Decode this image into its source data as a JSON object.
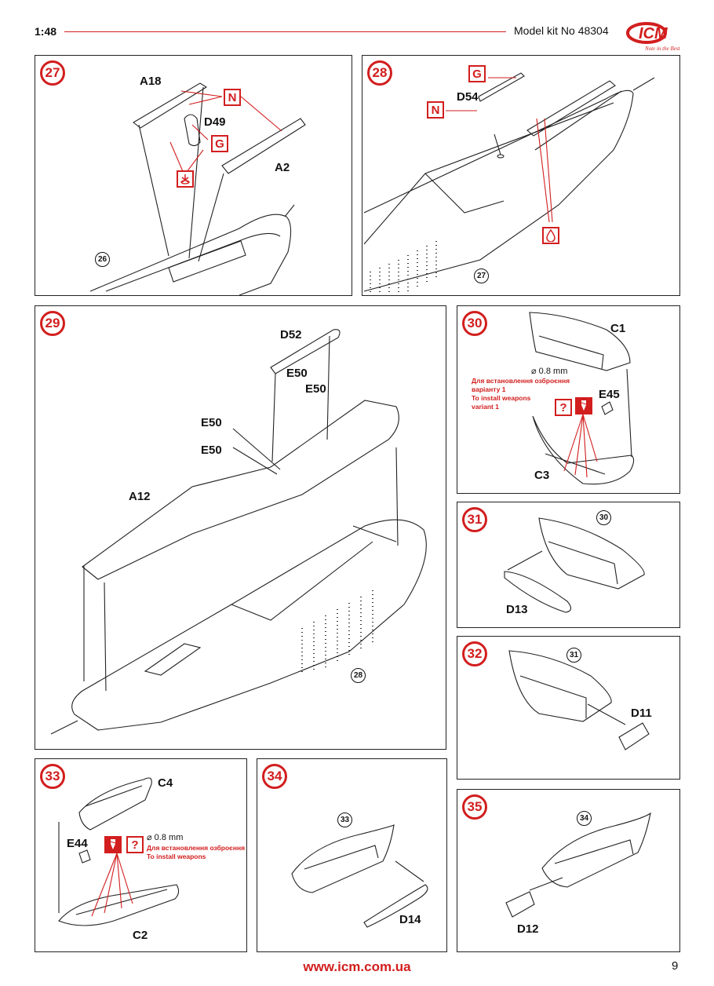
{
  "header": {
    "scale": "1:48",
    "kit_number": "Model kit No 48304",
    "logo_text": "ICM",
    "logo_tagline": "Note in the Best"
  },
  "footer": {
    "url": "www.icm.com.ua",
    "page_number": "9"
  },
  "colors": {
    "accent": "#d21e1e",
    "line": "#222222"
  },
  "panels": {
    "p27": {
      "step": "27",
      "parts": [
        "A18",
        "D49",
        "A2"
      ],
      "markers": [
        "N",
        "G"
      ],
      "marker_icons": [
        "cement-icon"
      ],
      "ref": "26"
    },
    "p28": {
      "step": "28",
      "parts": [
        "D54"
      ],
      "markers": [
        "G",
        "N"
      ],
      "marker_icons": [
        "glue-drop-icon"
      ],
      "ref": "27"
    },
    "p29": {
      "step": "29",
      "parts": [
        "D52",
        "E50",
        "E50",
        "E50",
        "E50",
        "A12"
      ],
      "ref": "28"
    },
    "p30": {
      "step": "30",
      "parts": [
        "C1",
        "E45",
        "C3"
      ],
      "markers": [
        "?"
      ],
      "marker_icons": [
        "drill-icon"
      ],
      "diameter": "⌀ 0.8 mm",
      "note_lines": [
        "Для встановлення озброєння",
        "варіанту 1",
        "To install weapons",
        "variant 1"
      ]
    },
    "p31": {
      "step": "31",
      "parts": [
        "D13"
      ],
      "ref": "30"
    },
    "p32": {
      "step": "32",
      "parts": [
        "D11"
      ],
      "ref": "31"
    },
    "p33": {
      "step": "33",
      "parts": [
        "C4",
        "E44",
        "C2"
      ],
      "markers": [
        "?"
      ],
      "marker_icons": [
        "drill-icon"
      ],
      "diameter": "⌀ 0.8 mm",
      "note_lines": [
        "Для встановлення озброєння",
        "To install weapons"
      ]
    },
    "p34": {
      "step": "34",
      "parts": [
        "D14"
      ],
      "ref": "33"
    },
    "p35": {
      "step": "35",
      "parts": [
        "D12"
      ],
      "ref": "34"
    }
  }
}
